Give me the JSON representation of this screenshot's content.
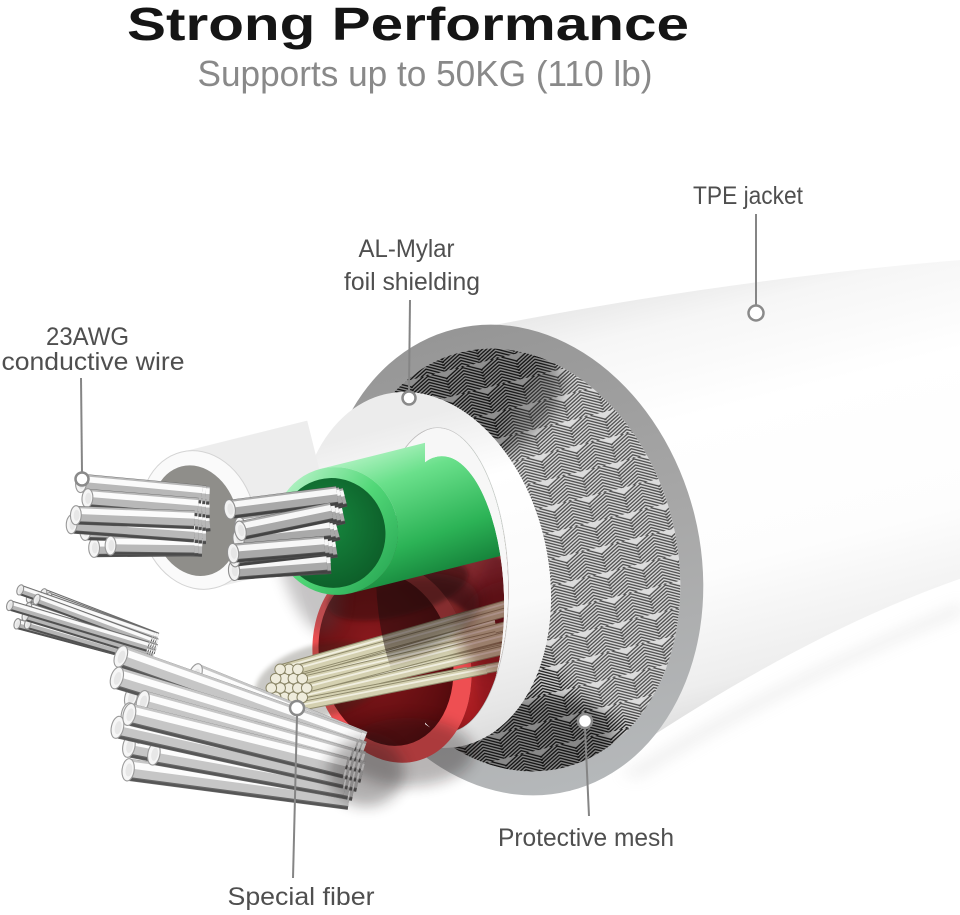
{
  "header": {
    "title": "Strong Performance",
    "subtitle": "Supports up to 50KG (110 lb)"
  },
  "callouts": [
    {
      "id": "tpe",
      "lines": [
        "TPE jacket"
      ]
    },
    {
      "id": "mylar",
      "lines": [
        "AL-Mylar",
        "foil shielding"
      ]
    },
    {
      "id": "awg",
      "lines": [
        "23AWG",
        "conductive wire"
      ]
    },
    {
      "id": "fiber",
      "lines": [
        "Special fiber"
      ]
    },
    {
      "id": "mesh",
      "lines": [
        "Protective mesh"
      ]
    }
  ],
  "colors": {
    "title_text": "#151515",
    "subtitle_text": "#898989",
    "callout_text": "#4f4f4f",
    "leader_line": "#8f8f8f",
    "jacket_white": "#fbfbfb",
    "jacket_cut_gray": "#a5a5a5",
    "mesh_dark": "#1c1c1c",
    "mesh_light": "#f4f4f4",
    "foil_silver": "#e8e8e8",
    "wire_green": "#3fc868",
    "wire_green_dark": "#0d6b2e",
    "wire_red": "#d92f34",
    "wire_red_dark": "#5f0d10",
    "strand_silver": "#c9c9c9",
    "fiber_khaki": "#d3cfae"
  }
}
